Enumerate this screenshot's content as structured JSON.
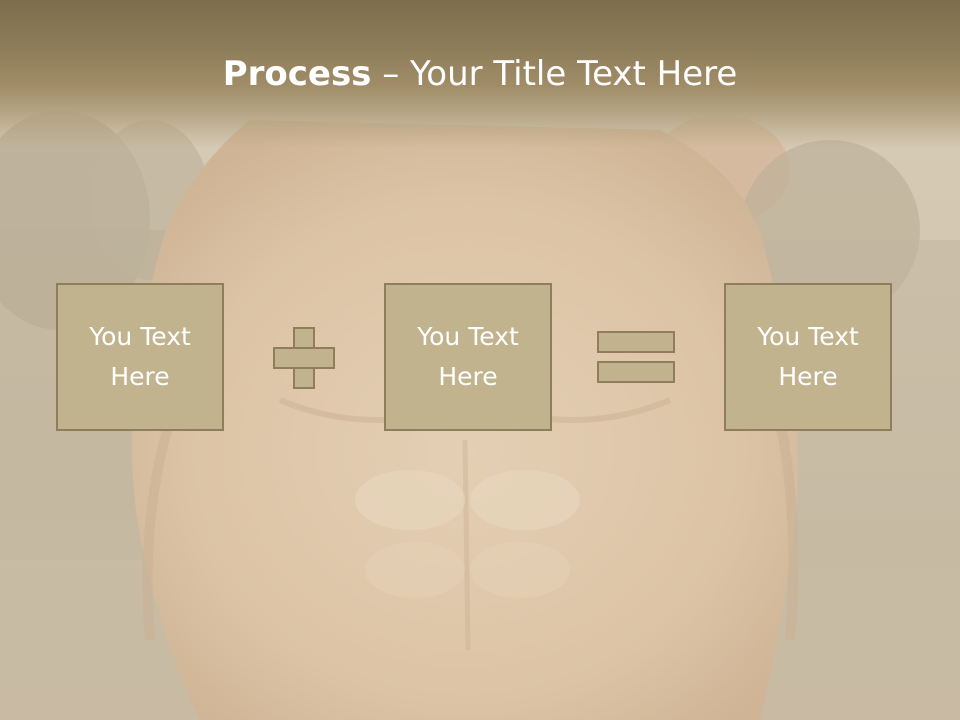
{
  "slide": {
    "title_strong": "Process",
    "title_rest": " – Your Title Text Here"
  },
  "process": {
    "boxes": [
      {
        "text": "You Text\nHere"
      },
      {
        "text": "You Text\nHere"
      },
      {
        "text": "You Text\nHere"
      }
    ],
    "operators": [
      "plus-icon",
      "equals-icon"
    ]
  },
  "colors": {
    "header_band": "#8c7b58",
    "box_fill": "#c2b38f",
    "box_border": "#8f7d5c",
    "text": "#ffffff"
  }
}
